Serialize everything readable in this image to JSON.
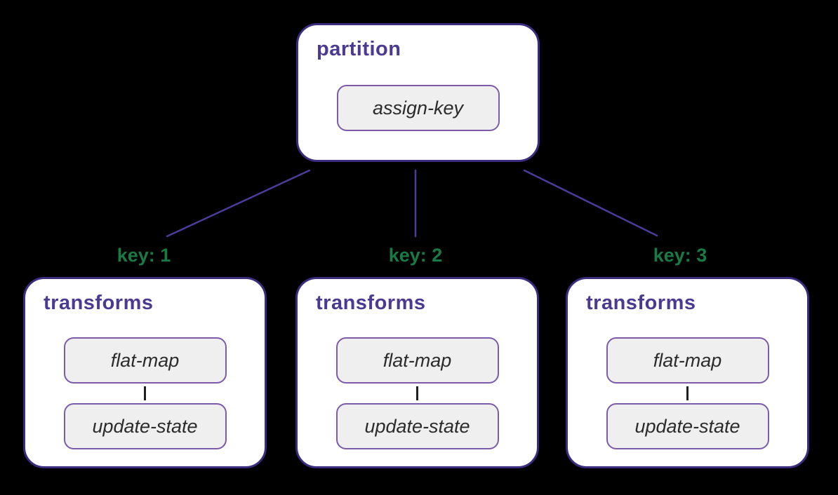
{
  "colors": {
    "bg": "#000000",
    "box-border": "#3b2c7d",
    "box-fill": "#ffffff",
    "title-text": "#4a3a92",
    "chip-border": "#7c5ca8",
    "chip-fill": "#f0eff0",
    "chip-text": "#2b2b2b",
    "key-text": "#1a7a45",
    "connector": "#4c3c99",
    "tick": "#1f1f1f"
  },
  "partition": {
    "title": "partition",
    "operator": "assign-key"
  },
  "keys": [
    {
      "label": "key: 1"
    },
    {
      "label": "key: 2"
    },
    {
      "label": "key: 3"
    }
  ],
  "groups": [
    {
      "title": "transforms",
      "operators": [
        "flat-map",
        "update-state"
      ]
    },
    {
      "title": "transforms",
      "operators": [
        "flat-map",
        "update-state"
      ]
    },
    {
      "title": "transforms",
      "operators": [
        "flat-map",
        "update-state"
      ]
    }
  ]
}
